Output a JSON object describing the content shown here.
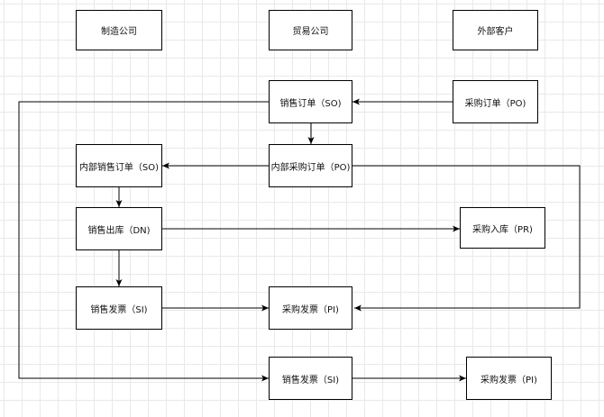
{
  "diagram": {
    "headers": {
      "manufacturing": "制造公司",
      "trading": "贸易公司",
      "customer": "外部客户"
    },
    "nodes": {
      "customer_po": "采购订单（PO)",
      "trade_so": "销售订单（SO)",
      "trade_internal_po": "内部采购订单（PO)",
      "mfg_internal_so": "内部销售订单（SO)",
      "mfg_dn": "销售出库（DN)",
      "pr": "采购入库（PR)",
      "mfg_si": "销售发票（SI)",
      "trade_pi": "采购发票（PI)",
      "trade_si": "销售发票（SI)",
      "customer_pi": "采购发票（PI)"
    },
    "edges": [
      {
        "from": "customer_po",
        "to": "trade_so"
      },
      {
        "from": "trade_so",
        "to": "trade_internal_po"
      },
      {
        "from": "trade_internal_po",
        "to": "mfg_internal_so"
      },
      {
        "from": "mfg_internal_so",
        "to": "mfg_dn"
      },
      {
        "from": "mfg_dn",
        "to": "pr"
      },
      {
        "from": "mfg_dn",
        "to": "mfg_si"
      },
      {
        "from": "mfg_si",
        "to": "trade_pi"
      },
      {
        "from": "trade_internal_po",
        "to": "trade_pi"
      },
      {
        "from": "trade_so",
        "to": "trade_si"
      },
      {
        "from": "trade_si",
        "to": "customer_pi"
      }
    ]
  }
}
